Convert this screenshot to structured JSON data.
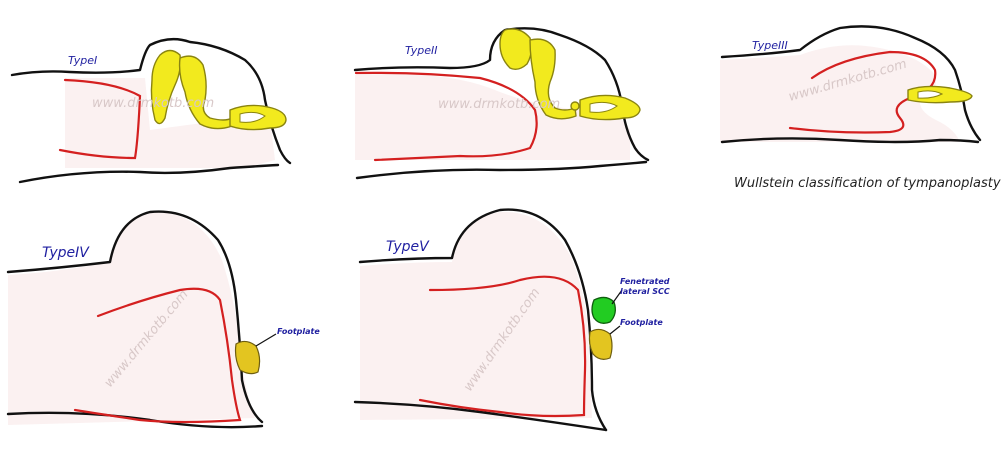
{
  "panels": [
    {
      "id": "type1",
      "label": "TypeI"
    },
    {
      "id": "type2",
      "label": "TypeII"
    },
    {
      "id": "type3",
      "label": "TypeIII"
    },
    {
      "id": "type4",
      "label": "TypeIV",
      "annotations": [
        "Footplate"
      ]
    },
    {
      "id": "type5",
      "label": "TypeV",
      "annotations": [
        "Fenetrated",
        "lateral SCC",
        "Footplate"
      ]
    }
  ],
  "watermark": "www.drmkotb.com",
  "caption": "Wullstein classification of tympanoplasty",
  "colors": {
    "graft": "#d42020",
    "ossicle": "#f2ea1e",
    "footplate": "#e3c520",
    "scc": "#22cc22",
    "label": "#1f1fa0"
  }
}
